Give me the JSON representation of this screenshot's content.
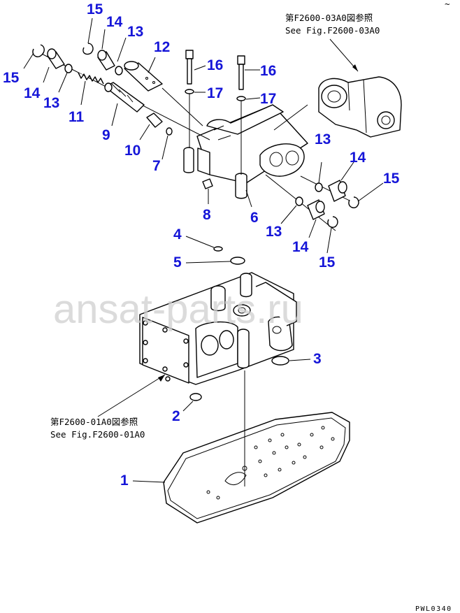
{
  "watermark": "ansat-parts.ru",
  "drawing_code": "PWL0340",
  "references": {
    "upper": {
      "jp": "第F2600-03A0図参照",
      "en": "See Fig.F2600-03A0"
    },
    "lower": {
      "jp": "第F2600-01A0図参照",
      "en": "See Fig.F2600-01A0"
    }
  },
  "callouts": {
    "c1": "1",
    "c2": "2",
    "c3": "3",
    "c4": "4",
    "c5": "5",
    "c6": "6",
    "c7": "7",
    "c8": "8",
    "c9": "9",
    "c10": "10",
    "c11": "11",
    "c12": "12",
    "c13a": "13",
    "c13b": "13",
    "c13c": "13",
    "c13d": "13",
    "c14a": "14",
    "c14b": "14",
    "c14c": "14",
    "c14d": "14",
    "c15a": "15",
    "c15b": "15",
    "c15c": "15",
    "c15d": "15",
    "c16a": "16",
    "c16b": "16",
    "c17a": "17",
    "c17b": "17"
  },
  "colors": {
    "callout": "#1515d8",
    "line": "#000000",
    "watermark": "#cfcfcf"
  }
}
